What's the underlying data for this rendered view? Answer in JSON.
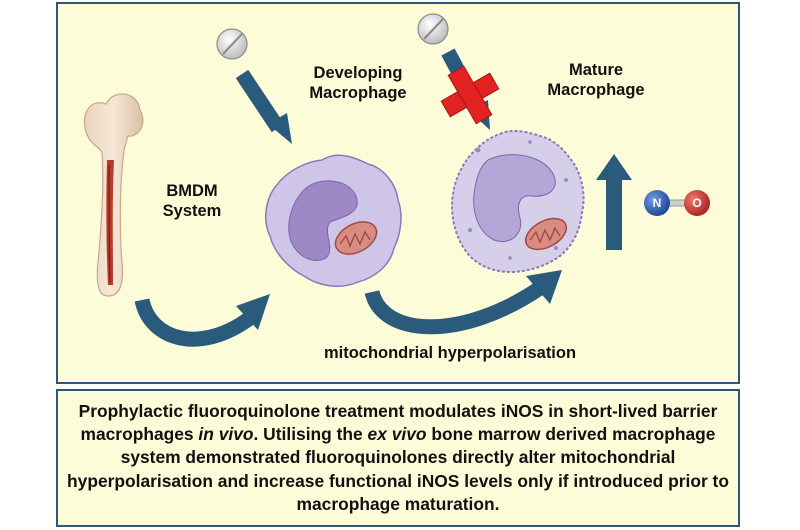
{
  "labels": {
    "bmdm_line1": "BMDM",
    "bmdm_line2": "System",
    "developing_line1": "Developing",
    "developing_line2": "Macrophage",
    "mature_line1": "Mature",
    "mature_line2": "Macrophage",
    "mito_hyper": "mitochondrial hyperpolarisation"
  },
  "molecule": {
    "atom1": "N",
    "atom2": "O"
  },
  "caption": {
    "p1": "Prophylactic fluoroquinolone treatment modulates iNOS in short-lived barrier macrophages ",
    "p2": "in vivo",
    "p3": ". Utilising the ",
    "p4": "ex vivo",
    "p5": " bone marrow derived macrophage system demonstrated fluoroquinolones directly alter mitochondrial hyperpolarisation and increase functional iNOS levels only if introduced prior to macrophage maturation."
  },
  "colors": {
    "panel_bg": "#fdfcd9",
    "border": "#2e5877",
    "arrow": "#2a5a7c",
    "cell_fill": "#cfc5e8",
    "nucleus": "#9e88c6",
    "mito": "#d98c82",
    "blocked_x": "#e32222",
    "atom_n": "#2457a8",
    "atom_o": "#c62828"
  },
  "icons": [
    "bone-icon",
    "pill-icon",
    "macrophage-cell-icon",
    "mitochondrion-icon",
    "blocked-x-icon",
    "nitric-oxide-molecule-icon",
    "up-arrow-icon",
    "curved-arrow-icon"
  ]
}
